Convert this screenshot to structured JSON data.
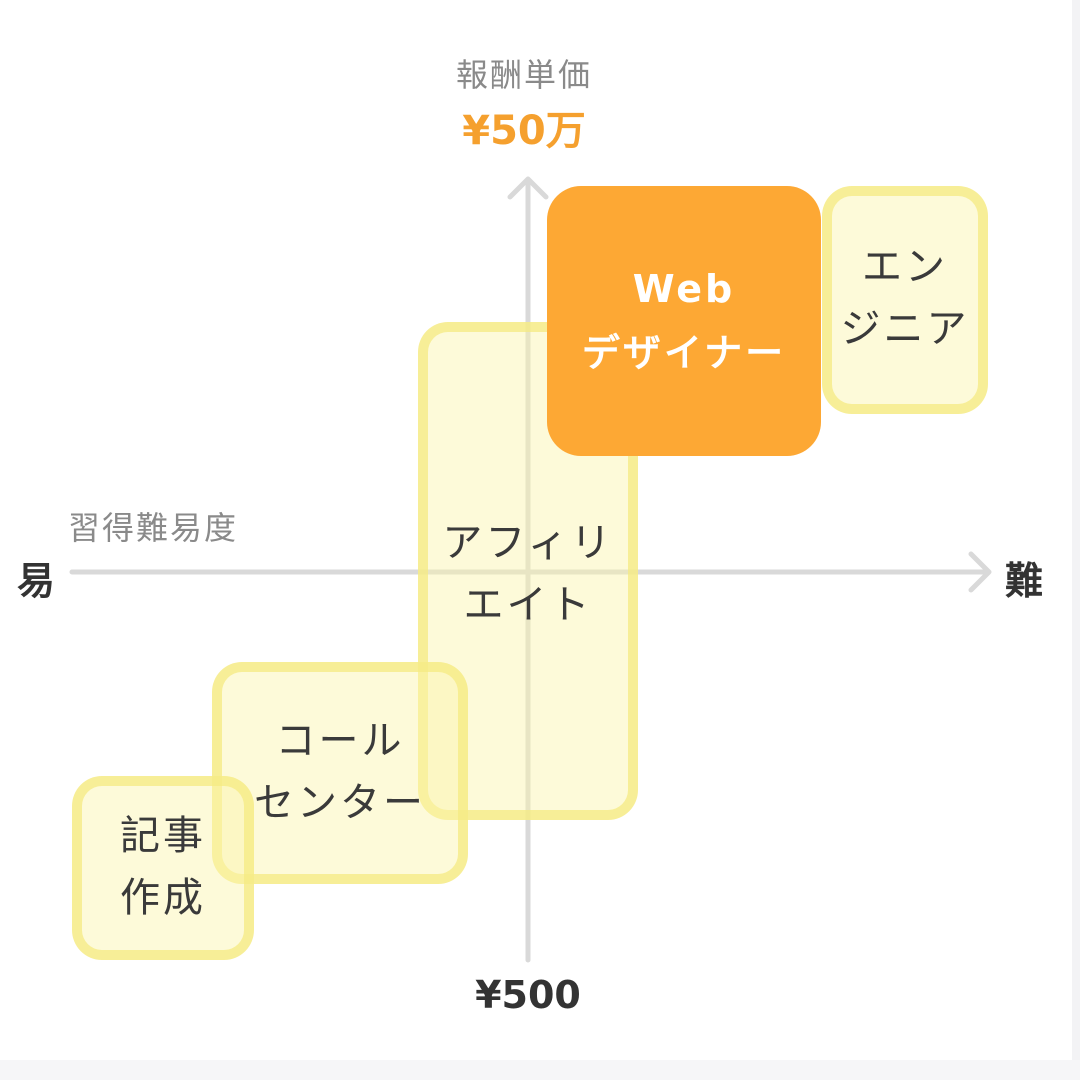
{
  "axes": {
    "y_title": "報酬単価",
    "y_max_label": "¥50万",
    "y_min_label": "¥500",
    "x_title": "習得難易度",
    "x_left_label": "易",
    "x_right_label": "難"
  },
  "jobs": [
    {
      "id": "article-writing",
      "lines": [
        "記事",
        "作成"
      ]
    },
    {
      "id": "call-center",
      "lines": [
        "コール",
        "センター"
      ]
    },
    {
      "id": "affiliate",
      "lines": [
        "アフィリ",
        "エイト"
      ]
    },
    {
      "id": "web-designer",
      "lines": [
        "Web",
        "デザイナー"
      ],
      "highlight": true
    },
    {
      "id": "engineer",
      "lines": [
        "エン",
        "ジニア"
      ]
    }
  ],
  "colors": {
    "highlight": "#fda834",
    "box_fill": "#faf3aa",
    "box_border": "#f5eb82",
    "axis": "#d9d9d9",
    "accent_text": "#f5a02e"
  }
}
